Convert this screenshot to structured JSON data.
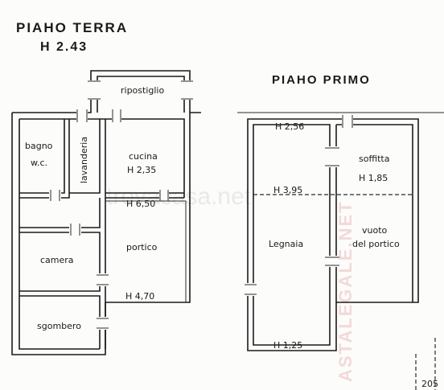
{
  "ground_floor": {
    "title": "PIAHO TERRA",
    "height": "H 2.43",
    "rooms": {
      "ripostiglio": "ripostiglio",
      "bagno": "bagno",
      "wc": "w.c.",
      "lavanderia": "lavanderia",
      "cucina": "cucina",
      "cucina_height": "H 2,35",
      "level_650": "H 6,50",
      "camera": "camera",
      "portico": "portico",
      "portico_height": "H 4,70",
      "sgombero": "sgombero"
    }
  },
  "first_floor": {
    "title": "PIAHO PRIMO",
    "height_256": "H 2,56",
    "soffitta": "soffitta",
    "soffitta_height": "H 1,85",
    "height_395": "H 3,95",
    "legnaia": "Legnaia",
    "vuoto": "vuoto",
    "del_portico": "del portico",
    "height_125": "H 1,25"
  },
  "footer": {
    "corner_number": "205"
  },
  "watermarks": {
    "site": "trovacasa.net",
    "vertical": "ASTALEGALE.NET"
  },
  "colors": {
    "ink": "#1b1b1b",
    "paper": "#fcfcfb",
    "watermark_red": "#d06060"
  }
}
